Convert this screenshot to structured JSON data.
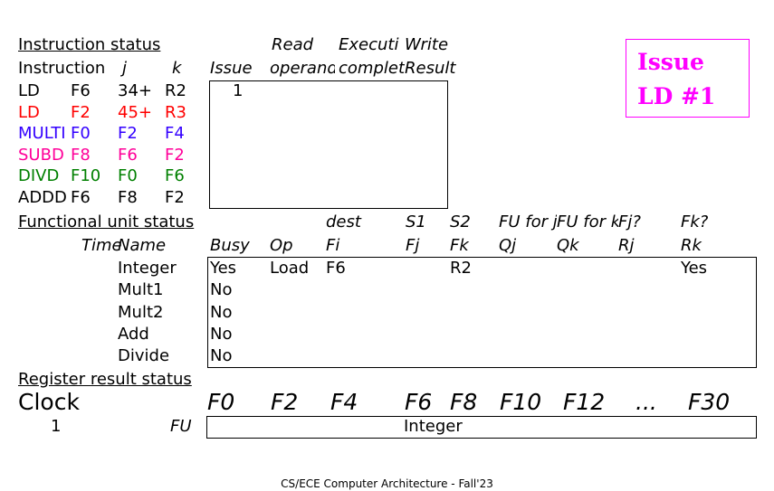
{
  "instruction_status": {
    "title": "Instruction status",
    "headers_top": {
      "read": "Read",
      "exec": "Executi",
      "write": "Write"
    },
    "headers_bottom": {
      "instruction": "Instruction",
      "j": "j",
      "k": "k",
      "issue": "Issue",
      "read": "operand",
      "exec": "complet",
      "write": "Result"
    },
    "rows": [
      {
        "op": "LD",
        "dest": "F6",
        "j": "34+",
        "k": "R2",
        "issue": "1",
        "color": "#000000"
      },
      {
        "op": "LD",
        "dest": "F2",
        "j": "45+",
        "k": "R3",
        "issue": "",
        "color": "#ff0000"
      },
      {
        "op": "MULTI",
        "dest": "F0",
        "j": "F2",
        "k": "F4",
        "issue": "",
        "color": "#3300ff"
      },
      {
        "op": "SUBD",
        "dest": "F8",
        "j": "F6",
        "k": "F2",
        "issue": "",
        "color": "#ff0099"
      },
      {
        "op": "DIVD",
        "dest": "F10",
        "j": "F0",
        "k": "F6",
        "issue": "",
        "color": "#008000"
      },
      {
        "op": "ADDD",
        "dest": "F6",
        "j": "F8",
        "k": "F2",
        "issue": "",
        "color": "#000000"
      }
    ]
  },
  "callout": {
    "line1": "Issue",
    "line2": "LD #1",
    "color": "#ff00ff"
  },
  "functional_unit_status": {
    "title": "Functional unit status",
    "headers_top": {
      "dest": "dest",
      "s1": "S1",
      "s2": "S2",
      "qj": "FU for j",
      "qk": "FU for k",
      "rj": "Fj?",
      "rk": "Fk?"
    },
    "headers_bottom": {
      "time": "Time",
      "name": "Name",
      "busy": "Busy",
      "op": "Op",
      "fi": "Fi",
      "fj": "Fj",
      "fk": "Fk",
      "qj": "Qj",
      "qk": "Qk",
      "rj": "Rj",
      "rk": "Rk"
    },
    "rows": [
      {
        "name": "Integer",
        "busy": "Yes",
        "op": "Load",
        "fi": "F6",
        "fj": "",
        "fk": "R2",
        "qj": "",
        "qk": "",
        "rj": "",
        "rk": "Yes"
      },
      {
        "name": "Mult1",
        "busy": "No",
        "op": "",
        "fi": "",
        "fj": "",
        "fk": "",
        "qj": "",
        "qk": "",
        "rj": "",
        "rk": ""
      },
      {
        "name": "Mult2",
        "busy": "No",
        "op": "",
        "fi": "",
        "fj": "",
        "fk": "",
        "qj": "",
        "qk": "",
        "rj": "",
        "rk": ""
      },
      {
        "name": "Add",
        "busy": "No",
        "op": "",
        "fi": "",
        "fj": "",
        "fk": "",
        "qj": "",
        "qk": "",
        "rj": "",
        "rk": ""
      },
      {
        "name": "Divide",
        "busy": "No",
        "op": "",
        "fi": "",
        "fj": "",
        "fk": "",
        "qj": "",
        "qk": "",
        "rj": "",
        "rk": ""
      }
    ]
  },
  "register_result_status": {
    "title": "Register result status",
    "clock_label": "Clock",
    "clock_value": "1",
    "fu_label": "FU",
    "registers": [
      "F0",
      "F2",
      "F4",
      "F6",
      "F8",
      "F10",
      "F12",
      "...",
      "F30"
    ],
    "fu_value": "Integer"
  },
  "footer": "CS/ECE Computer Architecture - Fall'23"
}
